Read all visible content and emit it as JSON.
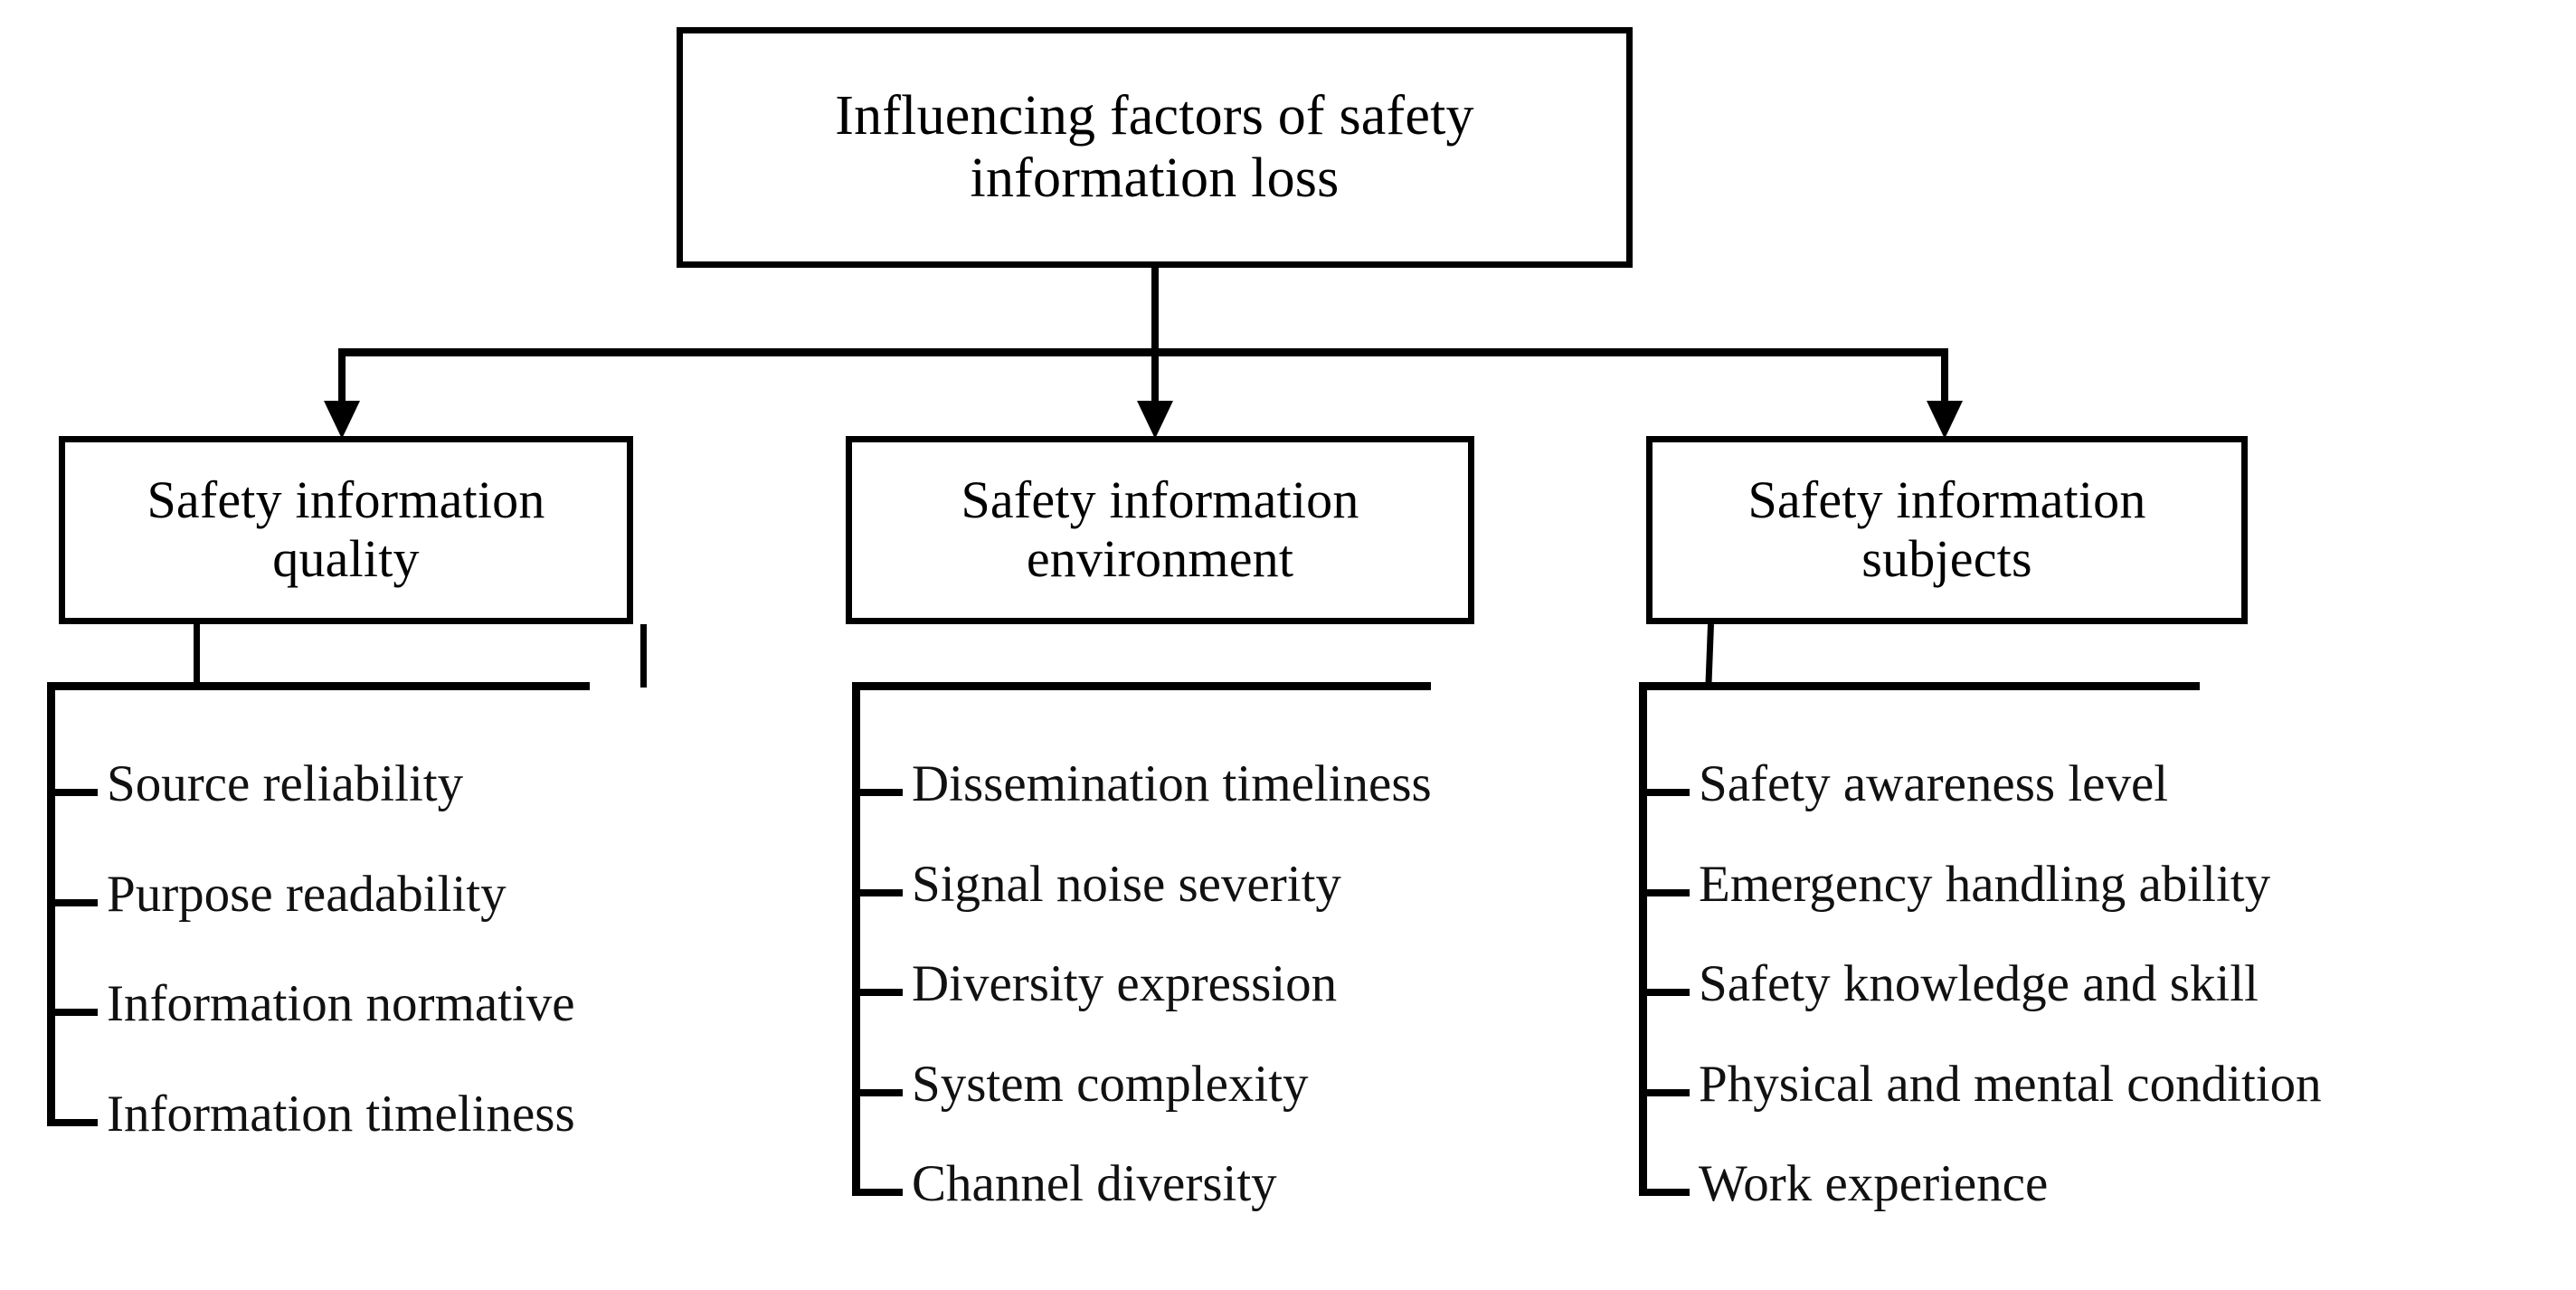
{
  "diagram": {
    "root": {
      "label": "Influencing factors of safety information loss"
    },
    "categories": [
      {
        "label": "Safety information quality",
        "items": [
          "Source reliability",
          "Purpose readability",
          "Information normative",
          "Information timeliness"
        ]
      },
      {
        "label": "Safety information environment",
        "items": [
          "Dissemination timeliness",
          "Signal noise severity",
          "Diversity expression",
          "System complexity",
          "Channel diversity"
        ]
      },
      {
        "label": "Safety information subjects",
        "items": [
          "Safety awareness level",
          "Emergency handling ability",
          "Safety knowledge and skill",
          "Physical and mental condition",
          "Work experience"
        ]
      }
    ],
    "colors": {
      "stroke": "#000000",
      "text": "#111111",
      "background": "#ffffff"
    }
  }
}
